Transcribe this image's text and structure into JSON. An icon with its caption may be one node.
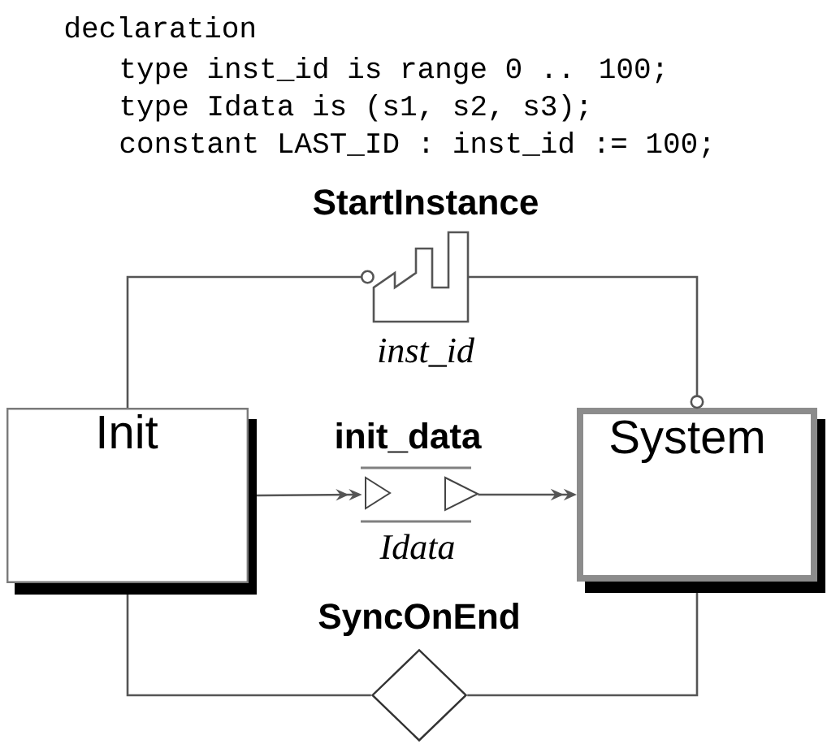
{
  "diagram": {
    "nodes": [
      {
        "text": [
          "Init"
        ]
      },
      {
        "text": [
          "System"
        ]
      },
      {
        "text": [
          "StartInstance"
        ],
        "beside": [
          "inst_id"
        ]
      },
      {
        "text": [
          "init_data"
        ],
        "beside": [
          "Idata"
        ]
      },
      {
        "text": [
          "SyncOnEnd"
        ]
      }
    ],
    "edges": [
      {
        "from": 0,
        "to": 2,
        "arrow": "other"
      },
      {
        "from": 2,
        "to": 1,
        "arrow": "other"
      },
      {
        "from": 0,
        "to": 3,
        "arrow": "to"
      },
      {
        "from": 3,
        "to": 1,
        "arrow": "to"
      },
      {
        "from": 0,
        "to": 4,
        "arrow": "none"
      },
      {
        "from": 4,
        "to": 1,
        "arrow": "none"
      }
    ],
    "labels": [
      "declaration",
      "type inst_id is range 0 .. 100;",
      "type Idata is (s1, s2, s3);",
      "constant LAST_ID : inst_id := 100;"
    ]
  }
}
